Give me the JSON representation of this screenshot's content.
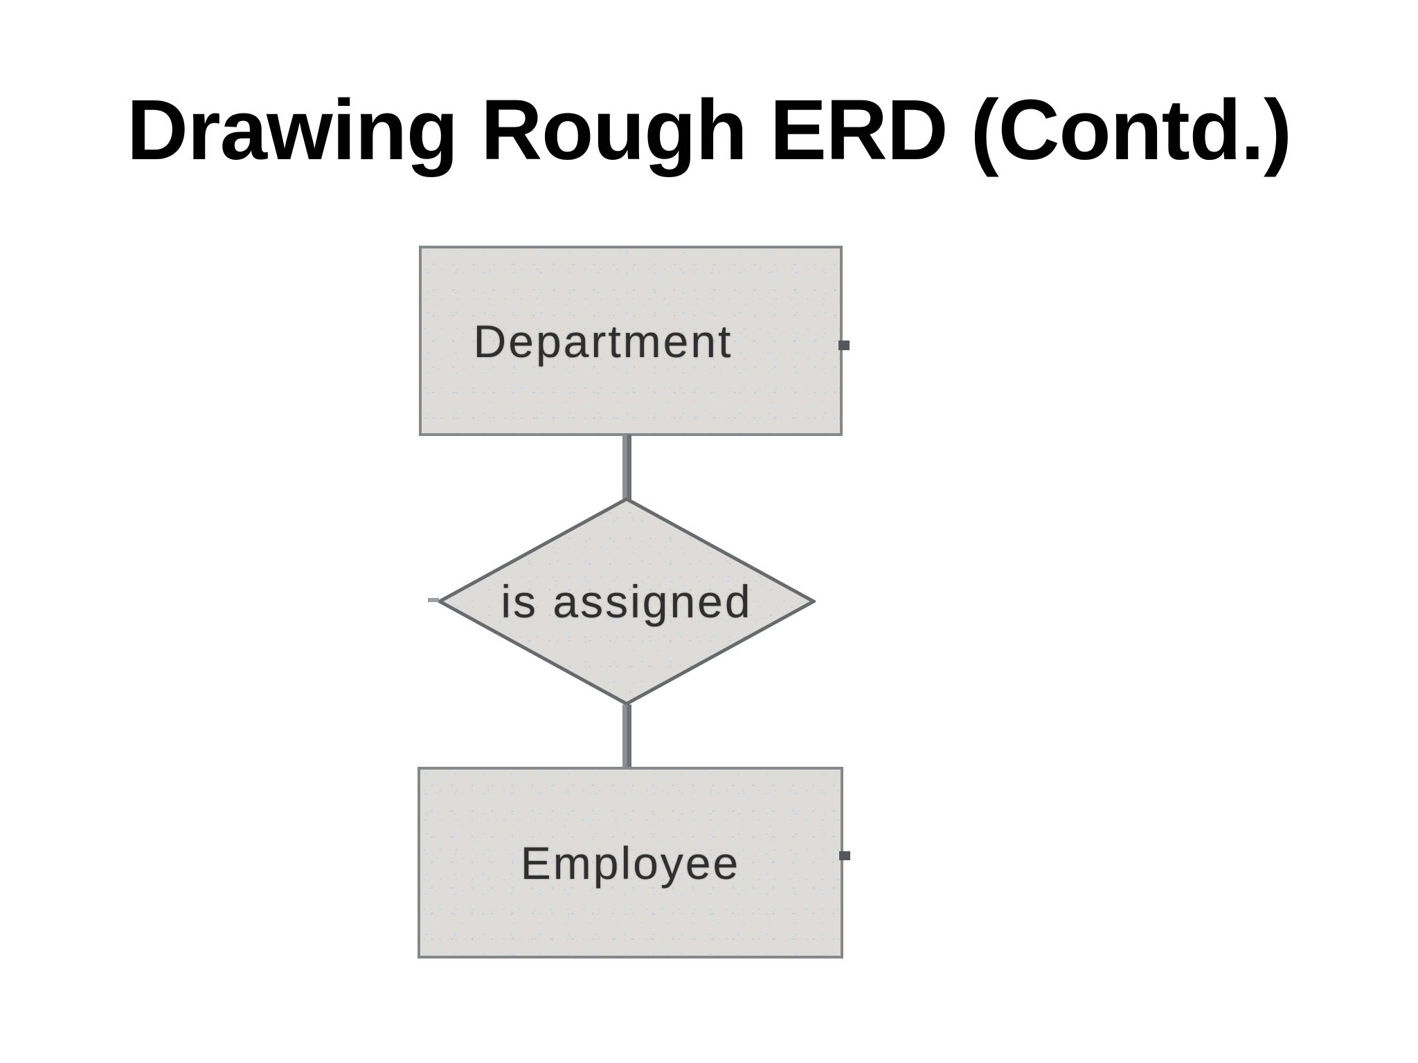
{
  "slide": {
    "title": "Drawing Rough ERD (Contd.)"
  },
  "diagram": {
    "type": "entity-relationship",
    "entities": [
      {
        "label": "Department",
        "shape": "rectangle"
      },
      {
        "label": "Employee",
        "shape": "rectangle"
      }
    ],
    "relationship": {
      "label": "is assigned",
      "shape": "diamond",
      "connects": [
        "Department",
        "Employee"
      ]
    },
    "colors": {
      "background": "#ffffff",
      "title_text": "#010101",
      "shape_fill": "#dedcd9",
      "speckle_blue": "#a9d4f0",
      "box_border": "#85888b",
      "diamond_border": "#686b6e",
      "connector": "#7b7e81",
      "label_text": "#2f2f2f"
    }
  }
}
